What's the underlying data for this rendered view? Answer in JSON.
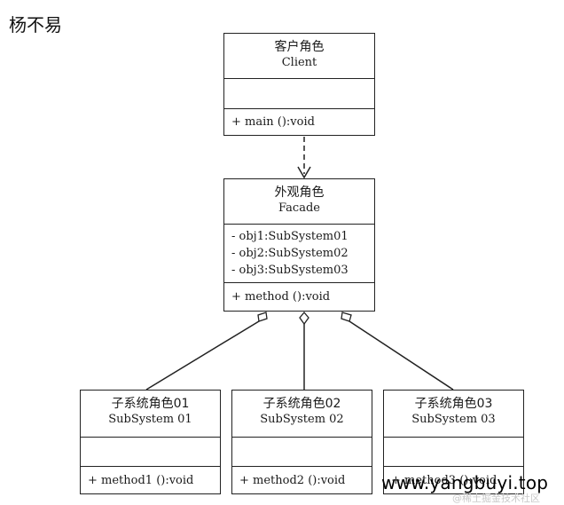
{
  "header": {
    "title": "杨不易"
  },
  "client": {
    "name_cn": "客户角色",
    "name_en": "Client",
    "operations": [
      "+ main ():void"
    ]
  },
  "facade": {
    "name_cn": "外观角色",
    "name_en": "Facade",
    "attributes": [
      "- obj1:SubSystem01",
      "- obj2:SubSystem02",
      "- obj3:SubSystem03"
    ],
    "operations": [
      "+ method ():void"
    ]
  },
  "subsystems": [
    {
      "name_cn": "子系统角色01",
      "name_en": "SubSystem  01",
      "operation": "+ method1 ():void"
    },
    {
      "name_cn": "子系统角色02",
      "name_en": "SubSystem  02",
      "operation": "+ method2 ():void"
    },
    {
      "name_cn": "子系统角色03",
      "name_en": "SubSystem  03",
      "operation": "+ method3 ():void"
    }
  ],
  "relationships": [
    {
      "from": "Client",
      "to": "Facade",
      "type": "dependency"
    },
    {
      "from": "Facade",
      "to": "SubSystem 01",
      "type": "aggregation"
    },
    {
      "from": "Facade",
      "to": "SubSystem 02",
      "type": "aggregation"
    },
    {
      "from": "Facade",
      "to": "SubSystem 03",
      "type": "aggregation"
    }
  ],
  "watermark": {
    "text": "www.yangbuyi.top",
    "sub_text": "@稀土掘金技术社区"
  }
}
